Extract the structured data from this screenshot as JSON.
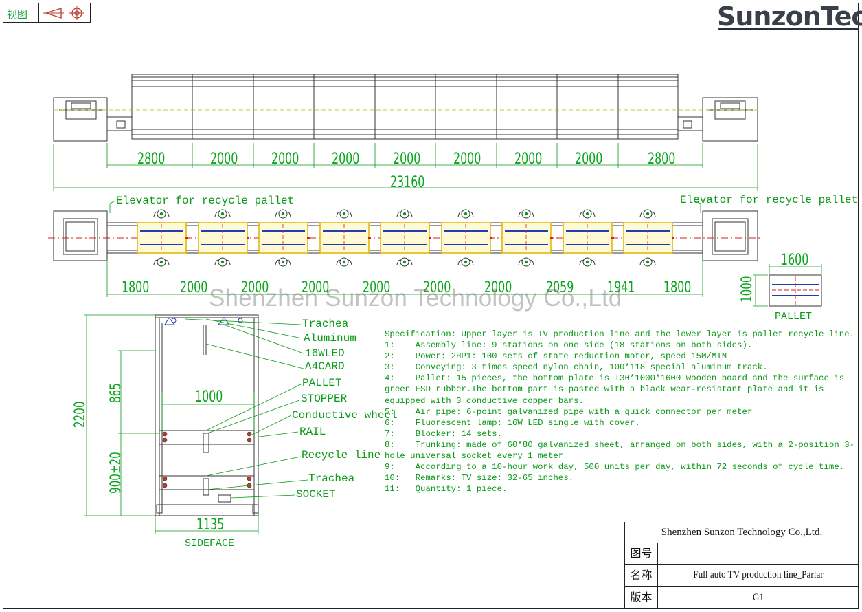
{
  "view_label": "视图",
  "logo_text": "SunzonTech",
  "watermark": "Shenzhen Sunzon Technology Co.,Ltd",
  "top_view": {
    "segment_dims": [
      "2800",
      "2000",
      "2000",
      "2000",
      "2000",
      "2000",
      "2000",
      "2000",
      "2800"
    ],
    "total_dim": "23160"
  },
  "plan_view": {
    "elevator_label_left": "Elevator for recycle pallet",
    "elevator_label_right": "Elevator for recycle pallet",
    "segment_dims": [
      "1800",
      "2000",
      "2000",
      "2000",
      "2000",
      "2000",
      "2000",
      "2059",
      "1941",
      "1800"
    ]
  },
  "pallet_view": {
    "width_dim": "1600",
    "height_dim": "1000",
    "caption": "PALLET"
  },
  "side_view": {
    "labels": [
      "Trachea",
      "Aluminum",
      "16WLED",
      "A4CARD",
      "PALLET",
      "STOPPER",
      "Conductive wheel",
      "RAIL",
      "Recycle line",
      "Trachea",
      "SOCKET"
    ],
    "dim_height_total": "2200",
    "dim_upper": "865",
    "dim_lower": "900±20",
    "dim_pallet_width": "1000",
    "dim_base_width": "1135",
    "caption": "SIDEFACE"
  },
  "specification": [
    "Specification: Upper layer is TV production line and the lower layer is pallet recycle line.",
    "1:    Assembly line: 9 stations on one side (18 stations on both sides).",
    "2:    Power: 2HP1: 100 sets of state reduction motor, speed 15M/MIN",
    "3:    Conveying: 3 times speed nylon chain, 100*118 special aluminum track.",
    "4:    Pallet: 15 pieces, the bottom plate is T30*1000*1600 wooden board and the surface is green ESD rubber.The bottom part is pasted with a black wear-resistant plate and it is equipped with 3 conductive copper bars.",
    "5:    Air pipe: 6-point galvanized pipe with a quick connector per meter",
    "6:    Fluorescent lamp: 16W LED single with cover.",
    "7:    Blocker: 14 sets.",
    "8:    Trunking: made of 60*80 galvanized sheet, arranged on both sides, with a 2-position 3-hole universal socket every 1 meter",
    "9:    According to a 10-hour work day, 500 units per day, within 72 seconds of cycle time.",
    "10:   Remarks: TV size: 32-65 inches.",
    "11:   Quantity: 1 piece."
  ],
  "title_block": {
    "company": "Shenzhen Sunzon Technology Co.,Ltd.",
    "drawing_no_key": "图号",
    "drawing_no_value": "",
    "name_key": "名称",
    "name_value": "Full auto TV production line_Parlar",
    "version_key": "版本",
    "version_value": "G1"
  }
}
